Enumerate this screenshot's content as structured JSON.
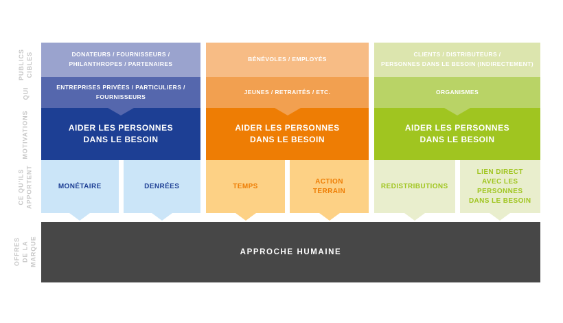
{
  "rail": {
    "labels": [
      {
        "id": "publics-cibles",
        "text": "PUBLICS\nCIBLES"
      },
      {
        "id": "qui",
        "text": "QUI"
      },
      {
        "id": "motivations",
        "text": "MOTIVATIONS"
      },
      {
        "id": "ce-quils-apportent",
        "text": "CE QU'ILS\nAPPORTENT"
      },
      {
        "id": "offres-de-la-marque",
        "text": "OFFRES\nDE LA MARQUE"
      }
    ]
  },
  "columns": [
    {
      "name": "donateurs",
      "colors": {
        "light": "#9aa3ce",
        "mid": "#5567ad",
        "strong": "#1d3f94",
        "pale": "#cbe5f8",
        "accent": "#1d3f94"
      },
      "publics_cibles": "DONATEURS / FOURNISSEURS /\nPHILANTHROPES / PARTENAIRES",
      "qui": "ENTREPRISES PRIVÉES / PARTICULIERS /\nFOURNISSEURS",
      "motivation": "AIDER LES PERSONNES\nDANS LE BESOIN",
      "apports": [
        "MONÉTAIRE",
        "DENRÉES"
      ]
    },
    {
      "name": "benevoles",
      "colors": {
        "light": "#f7bc85",
        "mid": "#f2a050",
        "strong": "#ee7d04",
        "pale": "#fdd185",
        "accent": "#ee7d04"
      },
      "publics_cibles": "BÉNÉVOLES / EMPLOYÉS",
      "qui": "JEUNES / RETRAITÉS / ETC.",
      "motivation": "AIDER LES PERSONNES\nDANS LE BESOIN",
      "apports": [
        "TEMPS",
        "ACTION\nTERRAIN"
      ]
    },
    {
      "name": "clients",
      "colors": {
        "light": "#dce5ae",
        "mid": "#b9d366",
        "strong": "#a0c520",
        "pale": "#e9eecd",
        "accent": "#a0c520"
      },
      "publics_cibles": "CLIENTS / DISTRIBUTEURS /\nPERSONNES DANS LE BESOIN (INDIRECTEMENT)",
      "qui": "ORGANISMES",
      "motivation": "AIDER LES PERSONNES\nDANS LE BESOIN",
      "apports": [
        "REDISTRIBUTIONS",
        "LIEN DIRECT\nAVEC LES\nPERSONNES\nDANS LE BESOIN"
      ]
    }
  ],
  "footer": {
    "label": "APPROCHE HUMAINE",
    "bg": "#474747"
  }
}
